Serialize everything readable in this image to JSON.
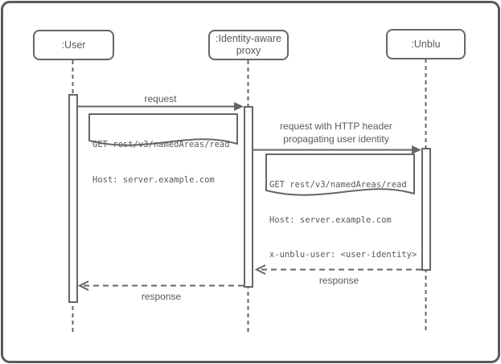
{
  "diagram": {
    "type": "uml-sequence-diagram",
    "colors": {
      "stroke": "#666666",
      "text": "#595959",
      "background": "#ffffff",
      "frame_border": "#5a5a5a"
    },
    "participants": [
      {
        "id": "user",
        "label": ":User"
      },
      {
        "id": "identity-aware-proxy",
        "label": ":Identity-aware proxy"
      },
      {
        "id": "unblu",
        "label": ":Unblu"
      }
    ],
    "messages": [
      {
        "id": "request",
        "label": "request",
        "from": ":User",
        "to": ":Identity-aware proxy",
        "style": "solid"
      },
      {
        "id": "request-with-header",
        "lines": [
          "request with HTTP header",
          "propagating user identity"
        ],
        "from": ":Identity-aware proxy",
        "to": ":Unblu",
        "style": "solid"
      },
      {
        "id": "response-from-unblu",
        "label": "response",
        "from": ":Unblu",
        "to": ":Identity-aware proxy",
        "style": "dashed"
      },
      {
        "id": "response-from-proxy",
        "label": "response",
        "from": ":Identity-aware proxy",
        "to": ":User",
        "style": "dashed"
      }
    ],
    "notes": [
      {
        "attached_to": "request",
        "lines": [
          "GET rest/v3/namedAreas/read",
          "Host: server.example.com"
        ]
      },
      {
        "attached_to": "request-with-header",
        "lines": [
          "GET rest/v3/namedAreas/read",
          "Host: server.example.com",
          "x-unblu-user: <user-identity>"
        ]
      }
    ]
  }
}
